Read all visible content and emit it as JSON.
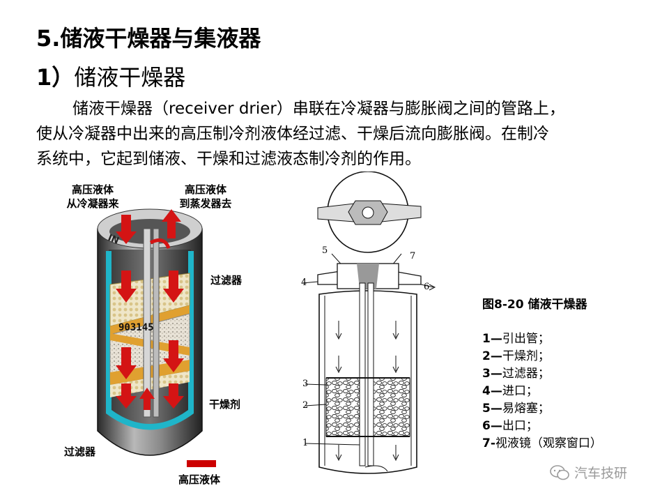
{
  "heading": "5.储液干燥器与集液器",
  "subheading": {
    "number": "1）",
    "title": "储液干燥器"
  },
  "paragraph": {
    "line1": "储液干燥器（receiver drier）串联在冷凝器与膨胀阀之间的管路上，",
    "line2": "使从冷凝器中出来的高压制冷剂液体经过滤、干燥后流向膨胀阀。在制冷",
    "line3": "系统中，它起到储液、干燥和过滤液态制冷剂的作用。"
  },
  "left_figure": {
    "inlet_label_1": "高压液体",
    "inlet_label_2": "从冷凝器来",
    "outlet_label_1": "高压液体",
    "outlet_label_2": "到蒸发器去",
    "filter_top": "过滤器",
    "desiccant": "干燥剂",
    "filter_bottom": "过滤器",
    "legend_key": "高压液体",
    "legend_color": "#cc0000",
    "in_mark": "IN",
    "number_mark": "903145"
  },
  "right_figure": {
    "callouts": [
      "5",
      "7",
      "4",
      "6",
      "3",
      "2",
      "1"
    ],
    "caption": "图8-20  储液干燥器",
    "legend": [
      {
        "num": "1—",
        "text": "引出管；"
      },
      {
        "num": "2—",
        "text": "干燥剂；"
      },
      {
        "num": "3—",
        "text": "过滤器；"
      },
      {
        "num": "4—",
        "text": "进口；"
      },
      {
        "num": "5—",
        "text": "易熔塞；"
      },
      {
        "num": "6—",
        "text": "出口；"
      },
      {
        "num": "7-",
        "text": "视液镜（观察窗口）"
      }
    ]
  },
  "watermark": "汽车技研"
}
